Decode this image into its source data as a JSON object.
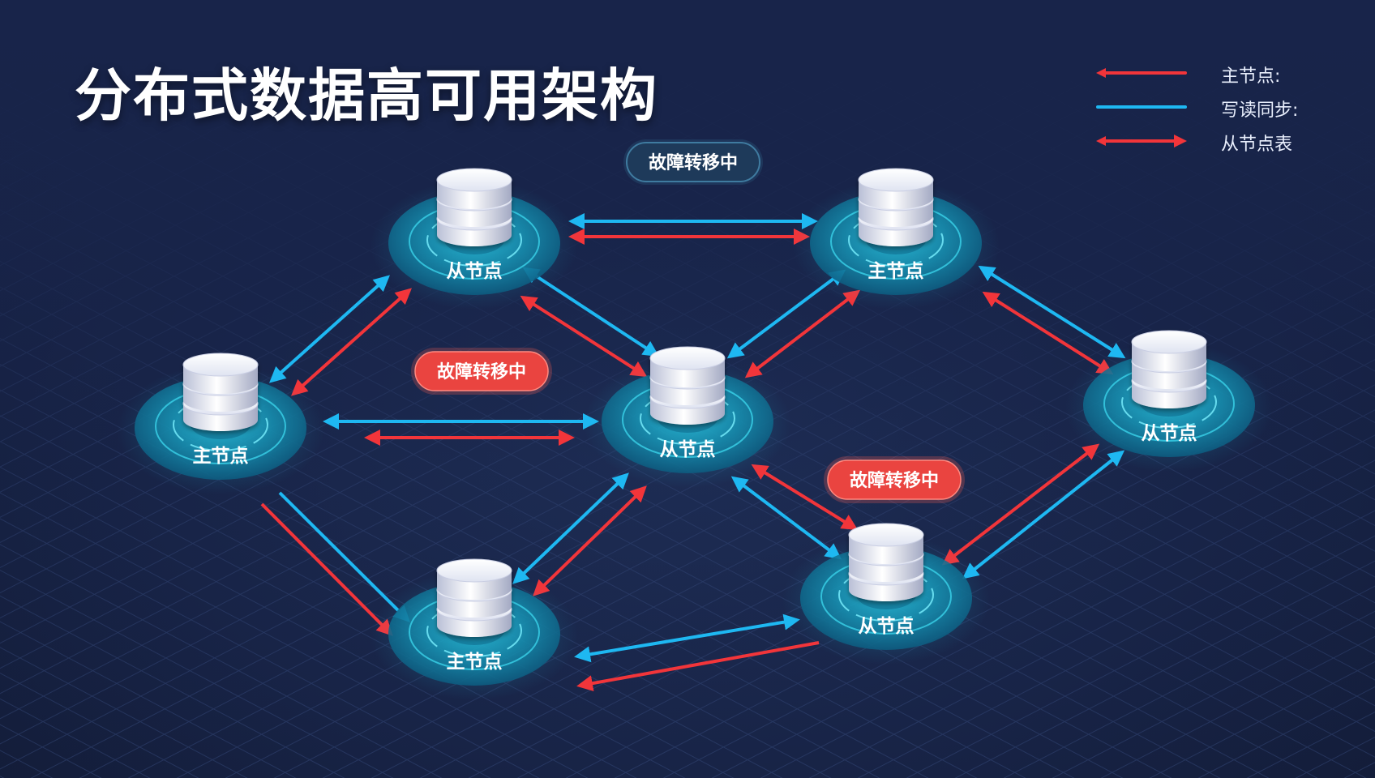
{
  "title": "分布式数据高可用架构",
  "colors": {
    "background": "#1a2548",
    "red_link": "#f2353a",
    "blue_link": "#1eb8f2",
    "node_ring": "#1a8fb0",
    "badge_red": "#ea4440",
    "badge_dark": "#1e3a5a"
  },
  "legend": [
    {
      "label": "主节点:",
      "style": "red-line-left-arrow"
    },
    {
      "label": "写读同步:",
      "style": "blue-line"
    },
    {
      "label": "从节点表",
      "style": "red-line-double-arrow"
    }
  ],
  "nodes": [
    {
      "id": "n1",
      "label": "从节点"
    },
    {
      "id": "n2",
      "label": "主节点"
    },
    {
      "id": "n3",
      "label": "主节点"
    },
    {
      "id": "n4",
      "label": "从节点"
    },
    {
      "id": "n5",
      "label": "从节点"
    },
    {
      "id": "n6",
      "label": "从节点"
    },
    {
      "id": "n7",
      "label": "主节点"
    }
  ],
  "badges": [
    {
      "id": "b1",
      "label": "故障转移中",
      "style": "dark"
    },
    {
      "id": "b2",
      "label": "故障转移中",
      "style": "red"
    },
    {
      "id": "b3",
      "label": "故障转移中",
      "style": "red"
    }
  ]
}
